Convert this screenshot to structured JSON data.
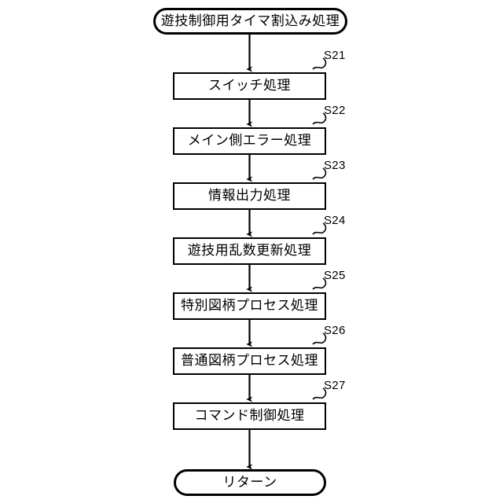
{
  "diagram": {
    "type": "flowchart",
    "title": "遊技制御用タイマ割込み処理",
    "orientation": "vertical",
    "stroke_color": "#000000",
    "fill_color": "#ffffff",
    "start": {
      "id": "start",
      "shape": "terminal",
      "label": "遊技制御用タイマ割込み処理"
    },
    "steps": [
      {
        "id": "S21",
        "shape": "process",
        "label": "スイッチ処理",
        "tag": "S21"
      },
      {
        "id": "S22",
        "shape": "process",
        "label": "メイン側エラー処理",
        "tag": "S22"
      },
      {
        "id": "S23",
        "shape": "process",
        "label": "情報出力処理",
        "tag": "S23"
      },
      {
        "id": "S24",
        "shape": "process",
        "label": "遊技用乱数更新処理",
        "tag": "S24"
      },
      {
        "id": "S25",
        "shape": "process",
        "label": "特別図柄プロセス処理",
        "tag": "S25"
      },
      {
        "id": "S26",
        "shape": "process",
        "label": "普通図柄プロセス処理",
        "tag": "S26"
      },
      {
        "id": "S27",
        "shape": "process",
        "label": "コマンド制御処理",
        "tag": "S27"
      }
    ],
    "end": {
      "id": "end",
      "shape": "terminal",
      "label": "リターン"
    }
  }
}
